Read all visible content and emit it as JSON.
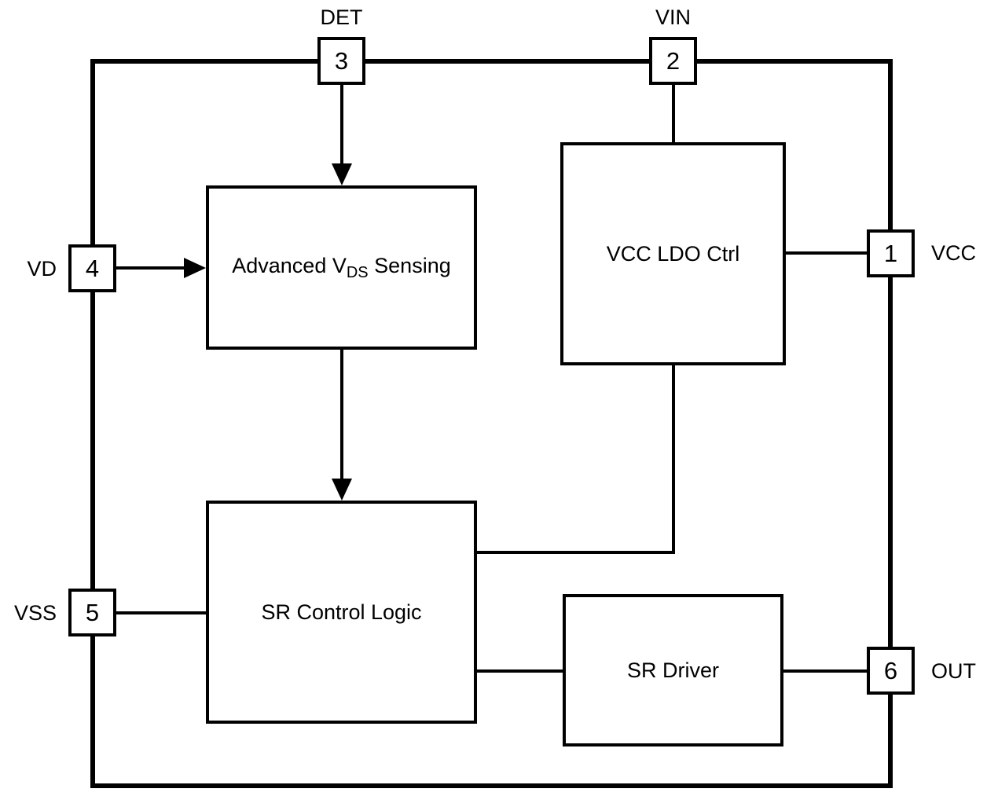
{
  "diagram": {
    "type": "ic-functional-block-diagram",
    "colors": {
      "background": "#ffffff",
      "line": "#000000",
      "text": "#000000"
    },
    "blocks": {
      "vds_sensing": {
        "label_prefix": "Advanced V",
        "label_sub": "DS",
        "label_suffix": " Sensing"
      },
      "vcc_ldo": {
        "label": "VCC LDO Ctrl"
      },
      "sr_control": {
        "label": "SR Control Logic"
      },
      "sr_driver": {
        "label": "SR Driver"
      }
    },
    "pins": {
      "pin1": {
        "number": "1",
        "name": "VCC",
        "side": "right"
      },
      "pin2": {
        "number": "2",
        "name": "VIN",
        "side": "top"
      },
      "pin3": {
        "number": "3",
        "name": "DET",
        "side": "top"
      },
      "pin4": {
        "number": "4",
        "name": "VD",
        "side": "left"
      },
      "pin5": {
        "number": "5",
        "name": "VSS",
        "side": "left"
      },
      "pin6": {
        "number": "6",
        "name": "OUT",
        "side": "right"
      }
    },
    "connections": [
      {
        "from": "pin3-DET",
        "to": "vds_sensing",
        "arrow": true
      },
      {
        "from": "pin4-VD",
        "to": "vds_sensing",
        "arrow": true
      },
      {
        "from": "vds_sensing",
        "to": "sr_control",
        "arrow": true
      },
      {
        "from": "pin2-VIN",
        "to": "vcc_ldo",
        "arrow": false
      },
      {
        "from": "vcc_ldo",
        "to": "pin1-VCC",
        "arrow": false
      },
      {
        "from": "vcc_ldo",
        "to": "sr_control",
        "arrow": false
      },
      {
        "from": "pin5-VSS",
        "to": "sr_control",
        "arrow": false
      },
      {
        "from": "sr_control",
        "to": "sr_driver",
        "arrow": false
      },
      {
        "from": "sr_driver",
        "to": "pin6-OUT",
        "arrow": false
      }
    ]
  }
}
